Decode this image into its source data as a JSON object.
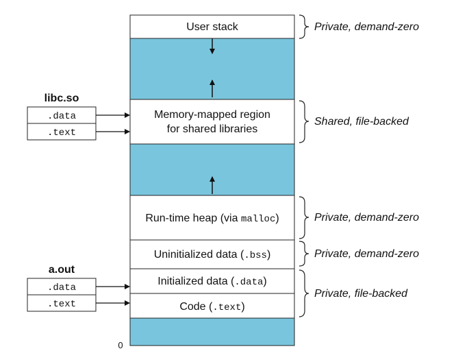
{
  "colors": {
    "blue_region": "#79C5DD",
    "box_fill": "#FFFFFF",
    "stroke": "#222222"
  },
  "memory_regions": {
    "user_stack": "User stack",
    "mmap_line1": "Memory-mapped region",
    "mmap_line2": "for shared libraries",
    "heap_prefix": "Run-time heap (via ",
    "heap_code": "malloc",
    "heap_suffix": ")",
    "bss_prefix": "Uninitialized data (",
    "bss_code": ".bss",
    "bss_suffix": ")",
    "data_prefix": "Initialized data (",
    "data_code": ".data",
    "data_suffix": ")",
    "code_prefix": "Code (",
    "code_code": ".text",
    "code_suffix": ")",
    "zero_address": "0"
  },
  "libc": {
    "title": "libc.so",
    "data": ".data",
    "text": ".text"
  },
  "aout": {
    "title": "a.out",
    "data": ".data",
    "text": ".text"
  },
  "annotations": {
    "user_stack": "Private, demand-zero",
    "mmap": "Shared, file-backed",
    "heap": "Private, demand-zero",
    "bss": "Private, demand-zero",
    "data_code": "Private, file-backed"
  }
}
